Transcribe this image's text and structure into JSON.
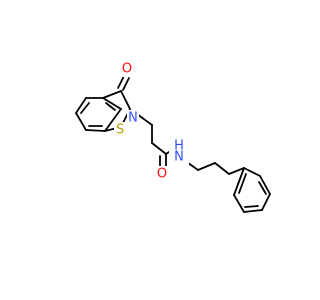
{
  "molecule": {
    "atoms": {
      "o_keto": {
        "symbol": "O",
        "color": "#ff0d0d"
      },
      "n_ring": {
        "symbol": "N",
        "color": "#3050f8"
      },
      "s_ring": {
        "symbol": "S",
        "color": "#b8a200"
      },
      "o_amide": {
        "symbol": "O",
        "color": "#ff0d0d"
      },
      "n_amide": {
        "symbol": "N",
        "color": "#3050f8"
      },
      "h_amide": {
        "symbol": "H",
        "color": "#3050f8"
      }
    },
    "bond_color": "#000000",
    "background": "#ffffff"
  }
}
